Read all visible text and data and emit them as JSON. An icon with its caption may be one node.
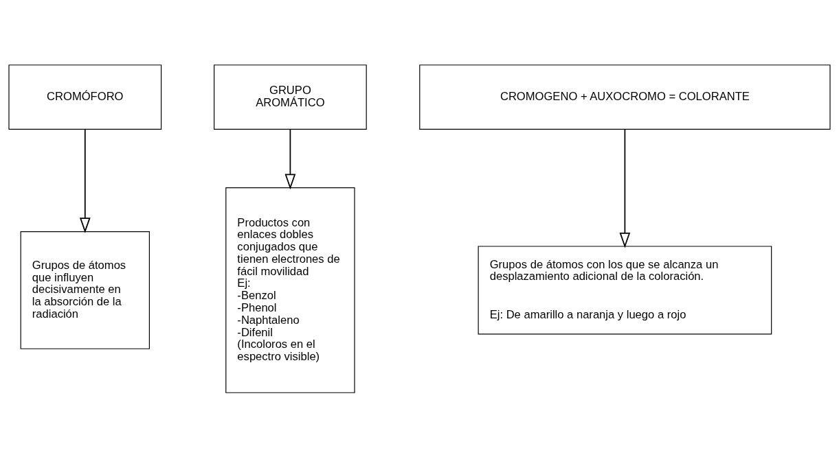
{
  "diagram": {
    "nodes": [
      {
        "text": [
          "CROMÓFORO"
        ]
      },
      {
        "text": [
          "GRUPO AROMÁTICO"
        ]
      },
      {
        "text": [
          "CROMOGENO + AUXOCROMO = COLORANTE"
        ]
      },
      {
        "text": [
          "Grupos de átomos que influyen decisivamente en la absorción de la radiación"
        ]
      },
      {
        "text": [
          "Productos con enlaces dobles conjugados que tienen electrones de fácil movilidad",
          "Ej:",
          "-Benzol",
          "-Phenol",
          "-Naphtaleno",
          "-Difenil",
          "(Incoloros en el espectro visible)"
        ]
      },
      {
        "text": [
          "Grupos de átomos con los que se alcanza un desplazamiento adicional de la coloración.",
          "Ej: De amarillo a naranja y luego a rojo"
        ]
      }
    ],
    "edges": [
      {
        "from": 0,
        "to": 3,
        "arrow": "to"
      },
      {
        "from": 1,
        "to": 4,
        "arrow": "to"
      },
      {
        "from": 2,
        "to": 5,
        "arrow": "to"
      }
    ]
  }
}
